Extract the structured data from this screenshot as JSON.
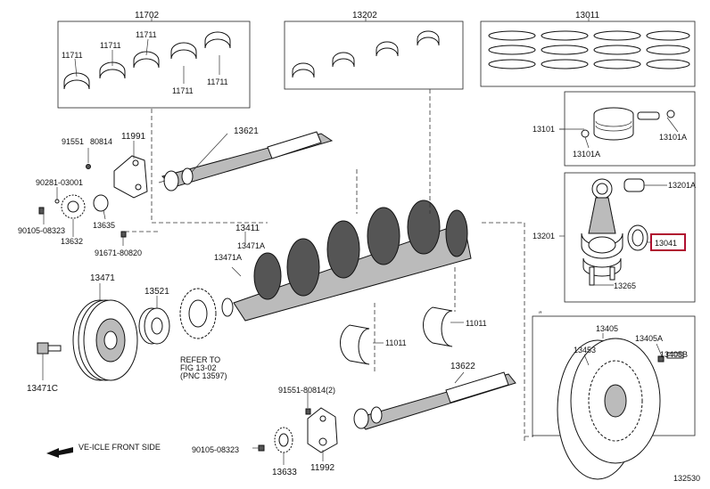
{
  "labels": {
    "p11702": "11702",
    "p11711_a": "11711",
    "p11711_b": "11711",
    "p11711_c": "11711",
    "p11711_d": "11711",
    "p11711_e": "11711",
    "p13202": "13202",
    "p13011": "13011",
    "p13101": "13101",
    "p13101a_a": "13101A",
    "p13101a_b": "13101A",
    "p13201": "13201",
    "p13201a": "13201A",
    "p13041": "13041",
    "p13265": "13265",
    "p91551": "91551",
    "p80814": "80814",
    "p11991": "11991",
    "p13621": "13621",
    "p90281": "90281-03001",
    "p90105_a": "90105-08323",
    "p13632": "13632",
    "p13635": "13635",
    "p91671": "91671-80820",
    "p13411": "13411",
    "p13471a_a": "13471A",
    "p13471a_b": "13471A",
    "p13471": "13471",
    "p13521": "13521",
    "p11011_a": "11011",
    "p11011_b": "11011",
    "p13471c": "13471C",
    "refer_1": "REFER TO",
    "refer_2": "FIG 13-02",
    "refer_3": "(PNC 13597)",
    "p13622": "13622",
    "p91551_2": "91551-80814(2)",
    "p13405": "13405",
    "p13405a": "13405A",
    "p13405b": "13405B",
    "p13453": "13453",
    "vehicle_front": "VE-ICLE FRONT SIDE",
    "p90105_b": "90105-08323",
    "p13633": "13633",
    "p11992": "11992",
    "fig_number": "132530",
    "scale_mark": "″"
  },
  "highlight_color": "#b01030"
}
